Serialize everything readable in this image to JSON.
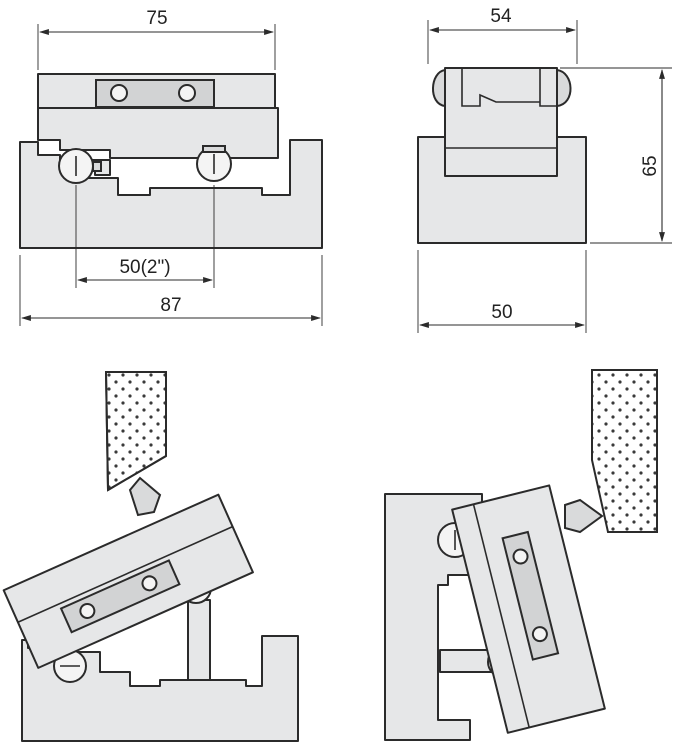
{
  "dimensions": {
    "front_width": "75",
    "pin_spacing": "50(2\")",
    "base_length": "87",
    "side_width": "54",
    "side_height": "65",
    "side_base": "50"
  },
  "colors": {
    "part_fill": "#e6e7e8",
    "outline": "#2b2b2b",
    "background": "#ffffff"
  }
}
